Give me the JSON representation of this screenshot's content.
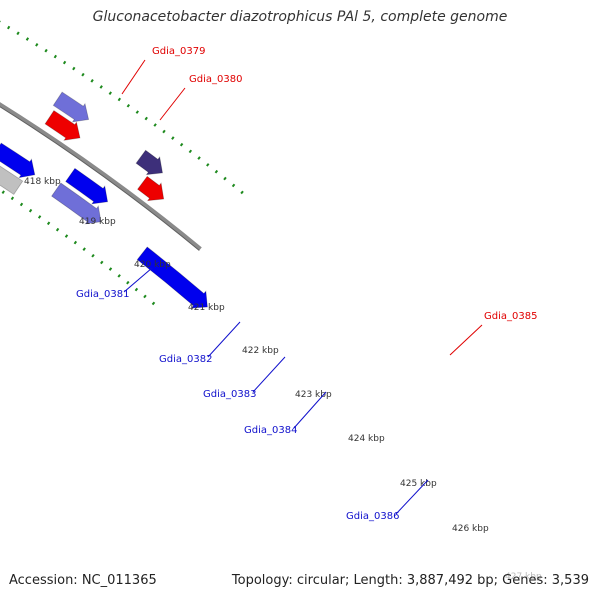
{
  "title": "Gluconacetobacter diazotrophicus PAl 5, complete genome",
  "footer": {
    "accession": "Accession: NC_011365",
    "topology": "Topology: circular; Length: 3,887,492 bp; Genes: 3,539"
  },
  "colors": {
    "backbone": "#8a8a8a",
    "ruler_dots": "#1e8a1e",
    "label_forward": "#e00000",
    "label_reverse": "#1010cc",
    "tick_label": "#333333"
  },
  "ruler": {
    "ticks": [
      "418 kbp",
      "419 kbp",
      "420 kbp",
      "421 kbp",
      "422 kbp",
      "423 kbp",
      "424 kbp",
      "425 kbp",
      "426 kbp",
      "427 kbp"
    ]
  },
  "features": [
    {
      "id": "f1",
      "color": "#0000ee",
      "strand": "edge"
    },
    {
      "id": "f2",
      "color": "#ff8c00",
      "strand": "edge"
    },
    {
      "id": "f3",
      "color": "#0000ee",
      "strand": "edge"
    },
    {
      "id": "f4",
      "color": "#0000ee",
      "strand": "edge"
    },
    {
      "id": "f5",
      "color": "#666666",
      "strand": "forward"
    },
    {
      "id": "f6",
      "color": "#ff1493",
      "strand": "forward"
    },
    {
      "id": "f7",
      "color": "#ee0000",
      "strand": "forward"
    },
    {
      "id": "f8",
      "color": "#ee0000",
      "strand": "forward"
    },
    {
      "id": "f9",
      "color": "#0000ee",
      "strand": "reverse"
    },
    {
      "id": "f10",
      "color": "#c0c0c0",
      "strand": "reverse"
    },
    {
      "id": "f11",
      "color": "#0000ee",
      "strand": "reverse"
    },
    {
      "id": "f12",
      "color": "#00e5e5",
      "strand": "reverse"
    },
    {
      "id": "f13",
      "color": "#0000ee",
      "strand": "reverse"
    },
    {
      "id": "f14",
      "color": "#666666",
      "strand": "reverse"
    },
    {
      "id": "f15",
      "color": "#0000ee",
      "strand": "reverse"
    },
    {
      "id": "f16",
      "color": "#c0c0c0",
      "strand": "reverse"
    },
    {
      "id": "f17",
      "color": "#6f6fd8",
      "strand": "forward"
    },
    {
      "id": "f18",
      "color": "#ee0000",
      "strand": "forward"
    },
    {
      "id": "f19",
      "color": "#0000ee",
      "strand": "reverse"
    },
    {
      "id": "f20",
      "color": "#6f6fd8",
      "strand": "reverse"
    },
    {
      "id": "f21",
      "color": "#3d2f7a",
      "strand": "forward"
    },
    {
      "id": "f22",
      "color": "#ee0000",
      "strand": "forward"
    },
    {
      "id": "f23",
      "color": "#0000ee",
      "strand": "reverse"
    }
  ],
  "gene_labels": [
    {
      "text": "Gdia_0379",
      "strand": "forward"
    },
    {
      "text": "Gdia_0380",
      "strand": "forward"
    },
    {
      "text": "Gdia_0381",
      "strand": "reverse"
    },
    {
      "text": "Gdia_0382",
      "strand": "reverse"
    },
    {
      "text": "Gdia_0383",
      "strand": "reverse"
    },
    {
      "text": "Gdia_0384",
      "strand": "reverse"
    },
    {
      "text": "Gdia_0385",
      "strand": "forward"
    },
    {
      "text": "Gdia_0386",
      "strand": "reverse"
    }
  ]
}
